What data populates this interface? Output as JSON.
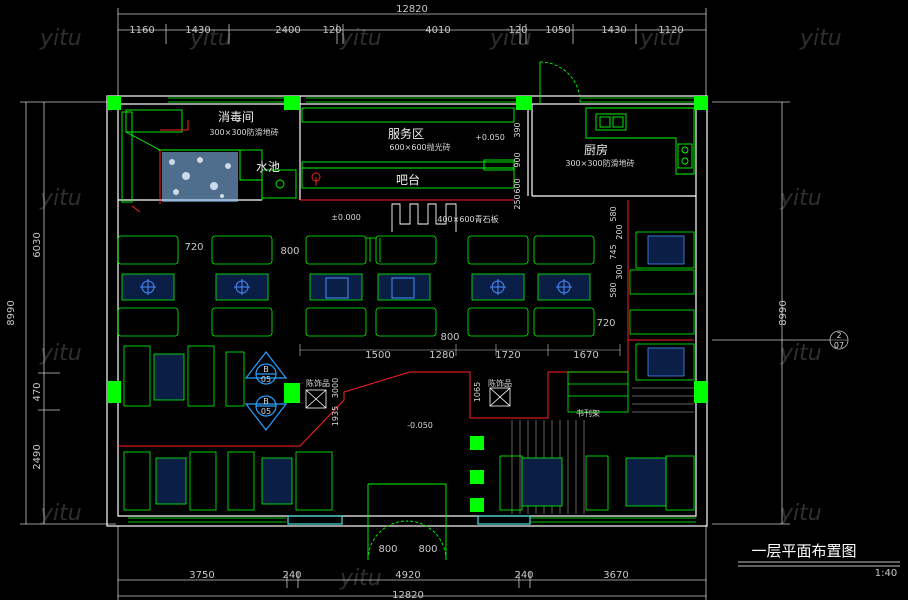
{
  "drawing": {
    "title": "一层平面布置图",
    "scale": "1:40",
    "watermark": "yitu"
  },
  "dimensions": {
    "top_overall": "12820",
    "top_segments": [
      "1160",
      "1430",
      "2400",
      "120",
      "4010",
      "120",
      "1050",
      "1430",
      "1120"
    ],
    "bottom_overall": "12820",
    "bottom_segments": [
      "3750",
      "240",
      "4920",
      "240",
      "3670"
    ],
    "left_overall": "8990",
    "left_segments": [
      "6030",
      "470",
      "2490"
    ],
    "right_overall": "8990",
    "interior": [
      "720",
      "800",
      "800",
      "1500",
      "1280",
      "1720",
      "1670",
      "720",
      "580",
      "200",
      "745",
      "580",
      "300",
      "250",
      "600",
      "900",
      "390",
      "1065",
      "1935",
      "3000",
      "800",
      "800"
    ]
  },
  "rooms": {
    "disinfection": {
      "name": "消毒间",
      "note": "300×300防滑地砖"
    },
    "service": {
      "name": "服务区",
      "note": "600×600抛光砖"
    },
    "kitchen": {
      "name": "厨房",
      "note": "300×300防滑地砖"
    },
    "sink": {
      "name": "水池"
    },
    "bar": {
      "name": "吧台"
    },
    "stone_note": "400×600青石板",
    "display_cabinet_1": "陈饰品",
    "display_cabinet_2": "陈饰品",
    "bookshelf": "书刊架"
  },
  "levels": {
    "service": "+0.050",
    "hall": "±0.000",
    "entrance": "-0.050"
  },
  "markers": {
    "stair_1": "B",
    "stair_1_sub": "05",
    "stair_2": "B",
    "stair_2_sub": "05",
    "axis": "2",
    "axis_sub": "07"
  },
  "colors": {
    "background": "#000000",
    "wall": "#ffffff",
    "furniture": "#00ff00",
    "column": "#00ff00",
    "dimension": "#c8c8c8",
    "fill_pattern": "#4a8cff",
    "divider": "#ff2020",
    "stair_marker": "#2aa0ff"
  }
}
